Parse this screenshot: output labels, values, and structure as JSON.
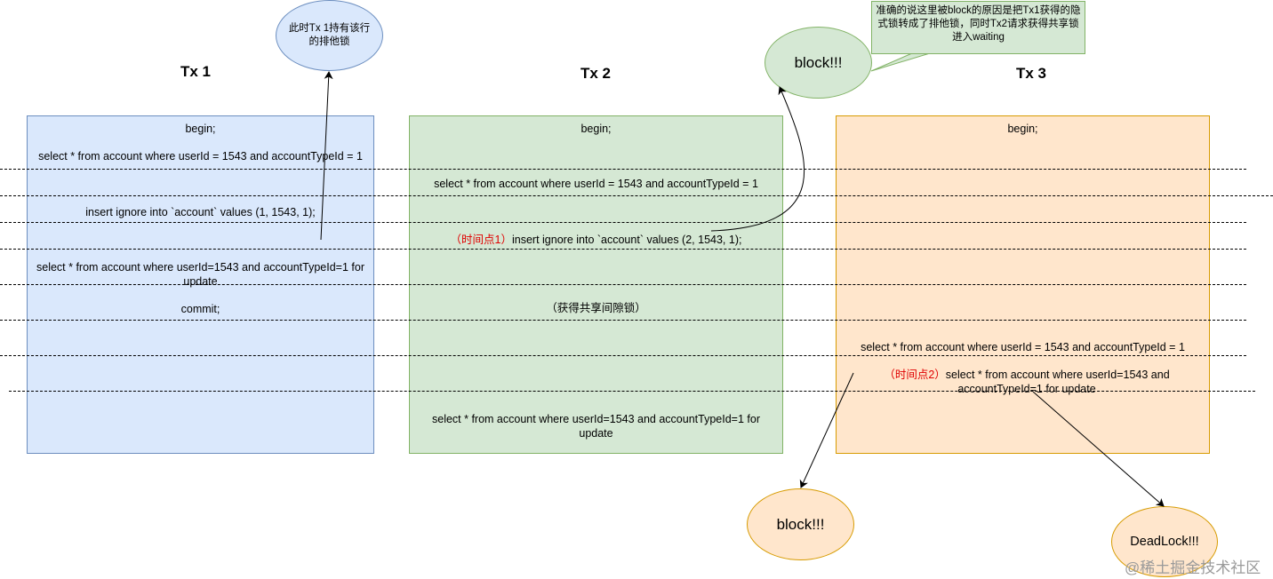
{
  "headers": {
    "tx1": "Tx 1",
    "tx2": "Tx 2",
    "tx3": "Tx 3"
  },
  "tx1": {
    "begin": "begin;",
    "select": "select * from account where userId = 1543 and accountTypeId = 1",
    "insert": "insert ignore into `account` values (1, 1543, 1);",
    "select_update": "select * from account where userId=1543 and accountTypeId=1 for update",
    "commit": "commit;"
  },
  "tx2": {
    "begin": "begin;",
    "select": "select * from account where userId = 1543 and accountTypeId = 1",
    "time_marker": "（时间点1）",
    "insert": "insert ignore into `account` values (2, 1543, 1);",
    "gap_lock": "（获得共享间隙锁）",
    "select_update": "select * from account where userId=1543 and accountTypeId=1 for update"
  },
  "tx3": {
    "begin": "begin;",
    "select": "select * from account where userId = 1543 and accountTypeId = 1",
    "time_marker": "（时间点2）",
    "select_update": "select * from account where userId=1543 and accountTypeId=1 for update"
  },
  "bubbles": {
    "tx1_lock": "此时Tx 1持有该行的排他锁",
    "block_top": "block!!!",
    "block_bottom": "block!!!",
    "deadlock": "DeadLock!!!"
  },
  "callout": "准确的说这里被block的原因是把Tx1获得的隐式锁转成了排他锁，同时Tx2请求获得共享锁进入waiting",
  "watermark": "@稀土掘金技术社区",
  "colors": {
    "blue_fill": "#dae8fc",
    "blue_stroke": "#6c8ebf",
    "green_fill": "#d5e8d4",
    "green_stroke": "#82b366",
    "orange_fill": "#ffe6cc",
    "orange_stroke": "#d79b00",
    "marker_red": "#e00000"
  }
}
